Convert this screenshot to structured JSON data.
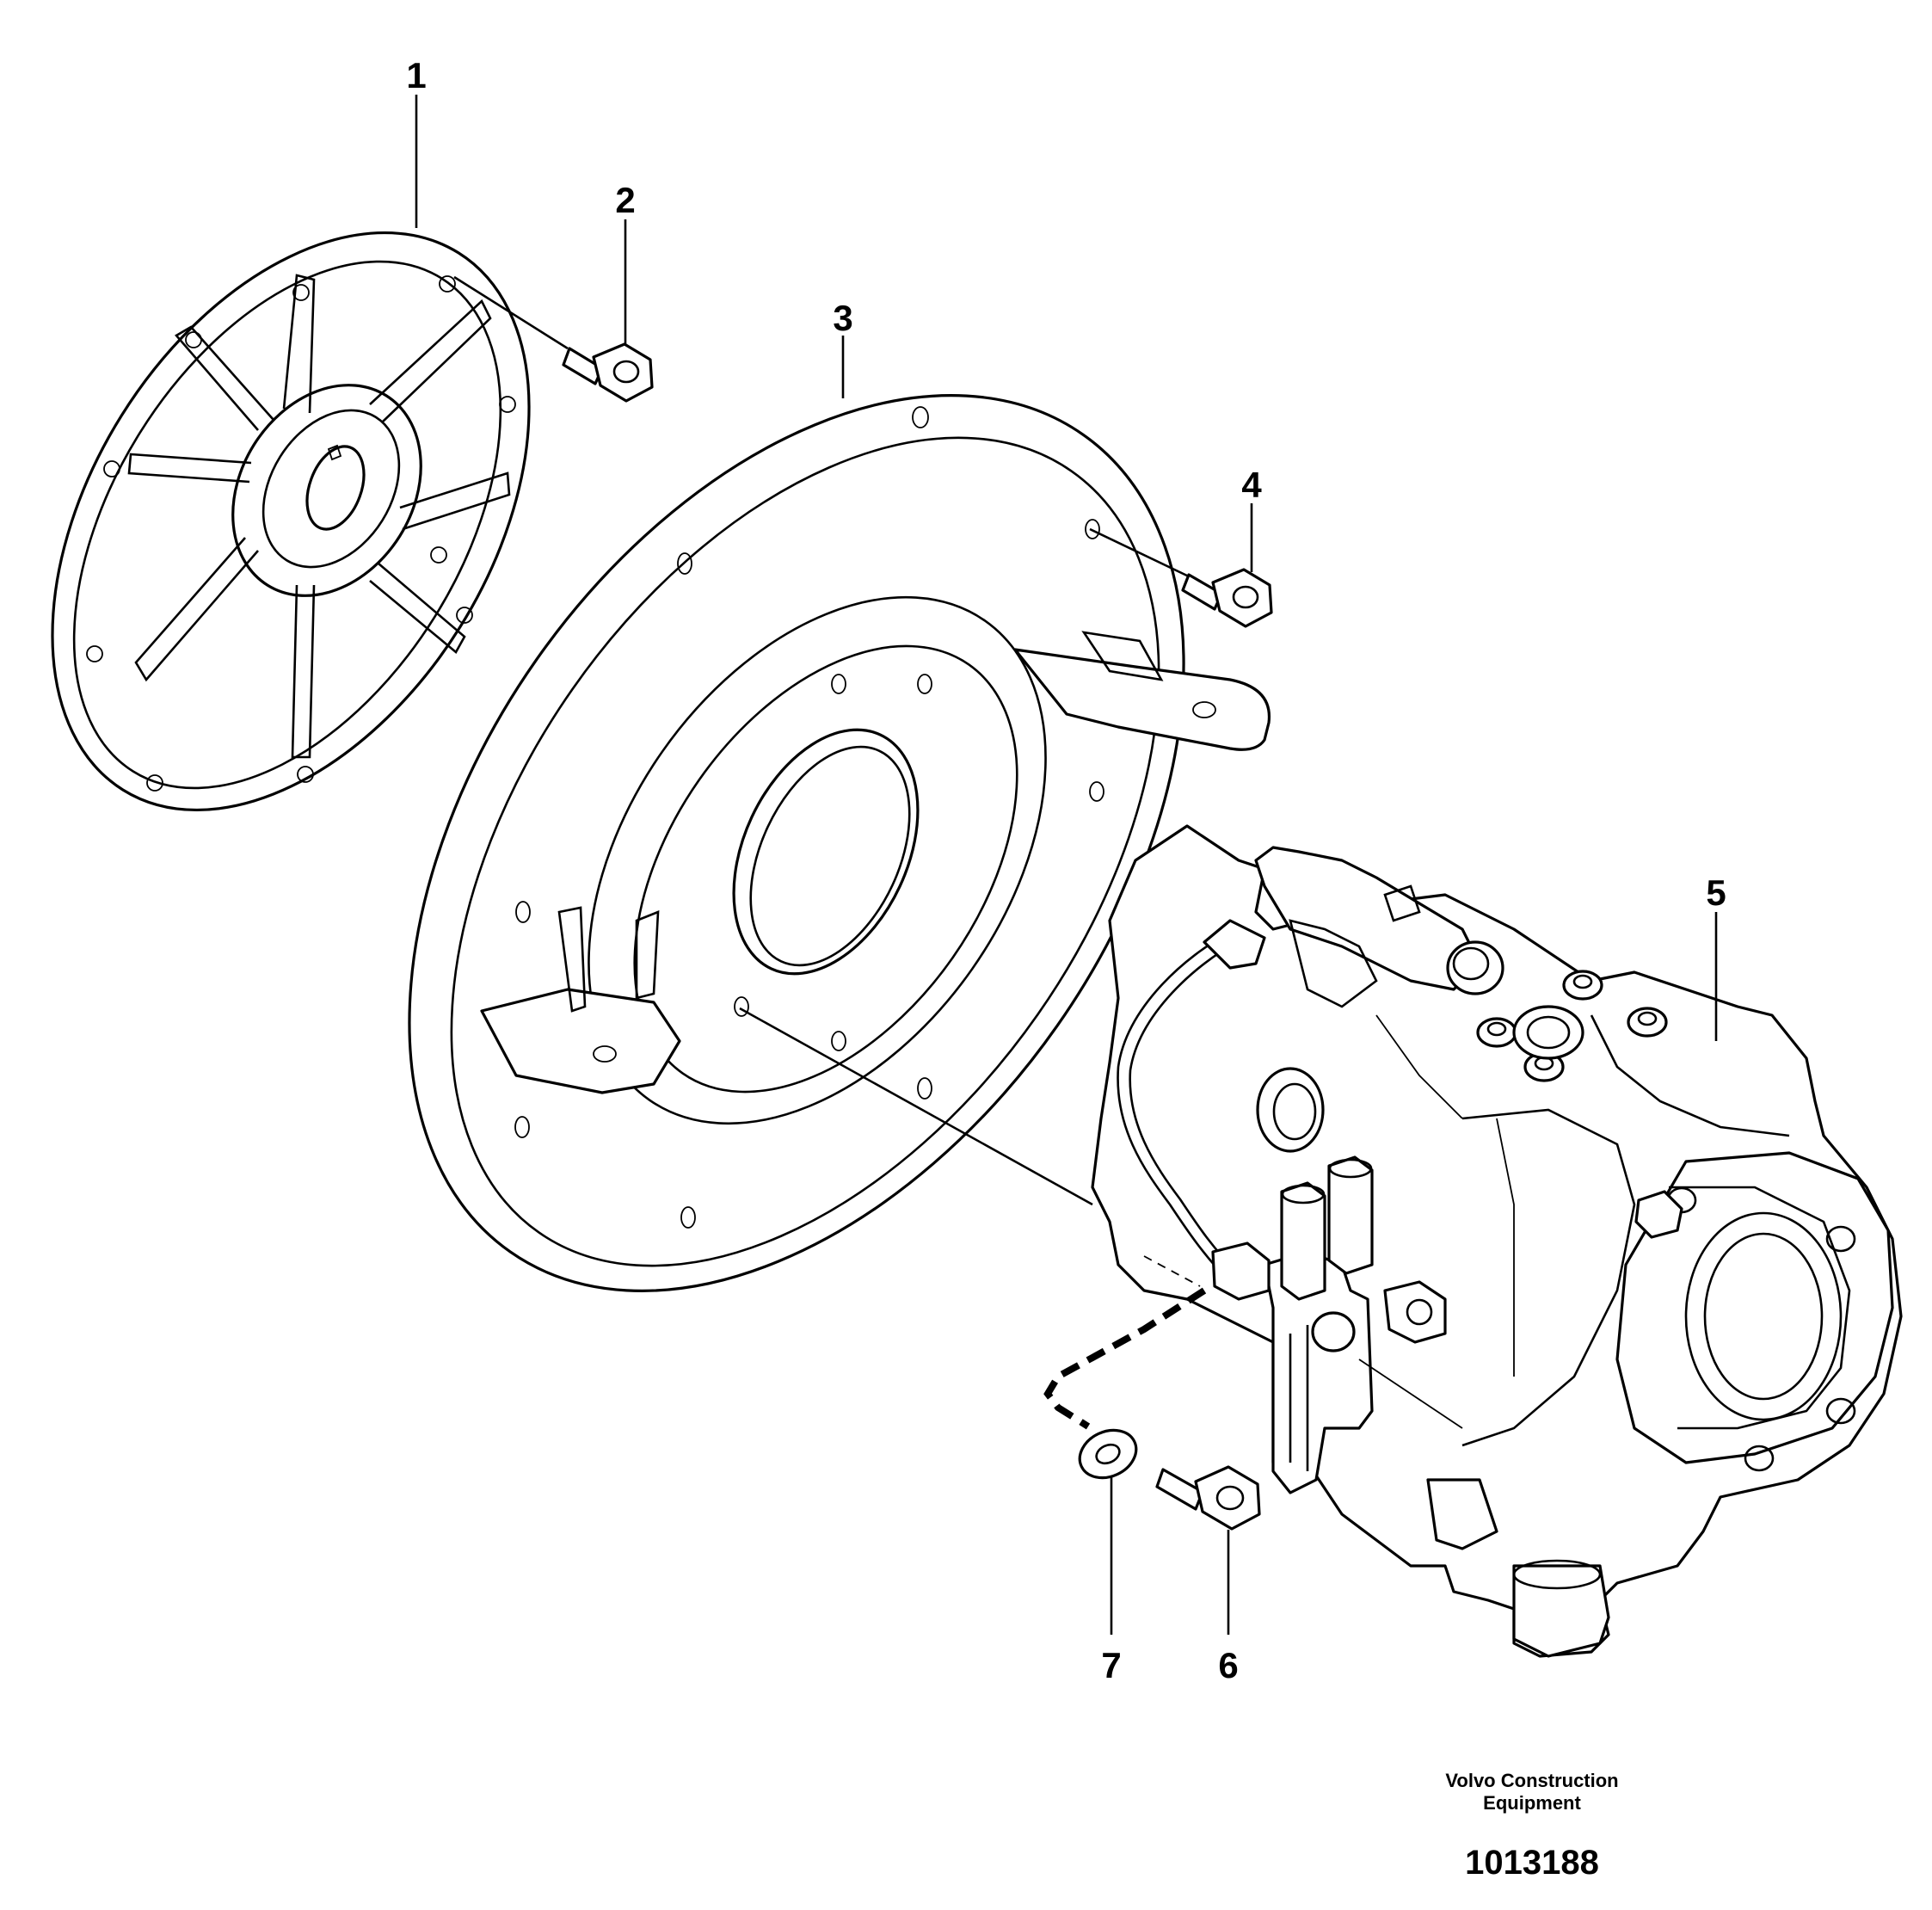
{
  "callouts": [
    "1",
    "2",
    "3",
    "4",
    "5",
    "6",
    "7"
  ],
  "footer": {
    "manufacturer_line1": "Volvo Construction",
    "manufacturer_line2": "Equipment",
    "drawing_number": "1013188"
  }
}
